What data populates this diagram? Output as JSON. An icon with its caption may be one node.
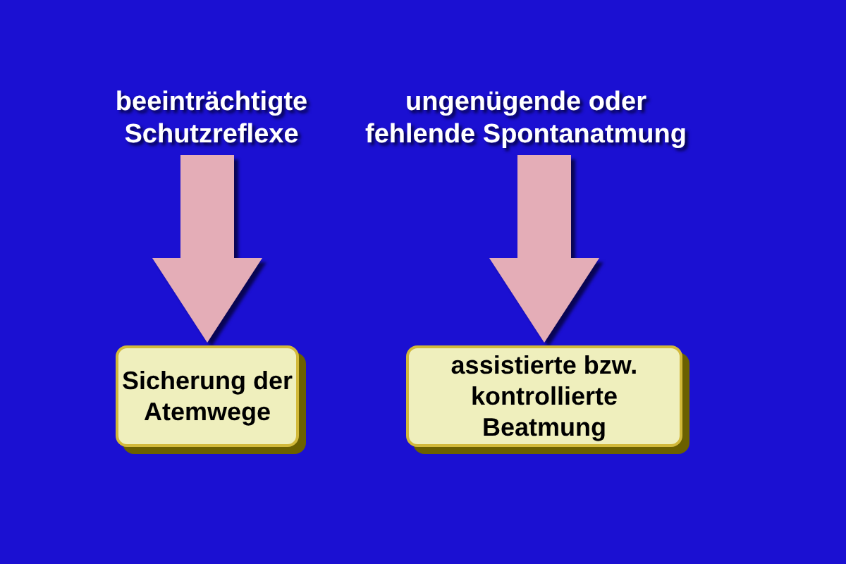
{
  "diagram": {
    "nodes": [
      {
        "text": [
          "beeinträchtigte Schutzreflexe"
        ]
      },
      {
        "text": [
          "ungenügende oder fehlende Spontanatmung"
        ]
      },
      {
        "text": [
          "Sicherung der Atemwege"
        ]
      },
      {
        "text": [
          "assistierte bzw. kontrollierte Beatmung"
        ]
      }
    ],
    "edges": [
      {
        "from": 0,
        "to": 2,
        "arrow": "to"
      },
      {
        "from": 1,
        "to": 3,
        "arrow": "to"
      }
    ]
  }
}
